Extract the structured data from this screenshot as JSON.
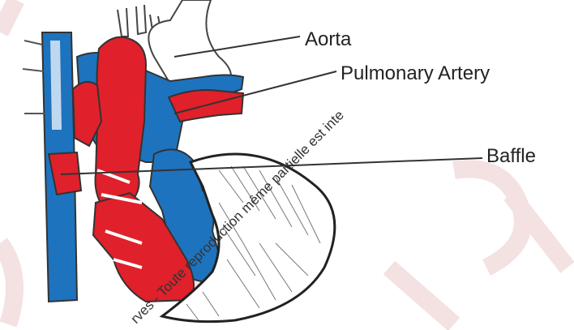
{
  "labels": {
    "aorta": "Aorta",
    "pulmonary_artery": "Pulmonary Artery",
    "baffle": "Baffle"
  },
  "watermark": {
    "text": "rves - Toute reproduction même partielle est inte"
  },
  "colors": {
    "venous_blue": "#1e73be",
    "arterial_red": "#e0202a",
    "outline": "#333333",
    "watermark_tint": "#f3dede"
  }
}
